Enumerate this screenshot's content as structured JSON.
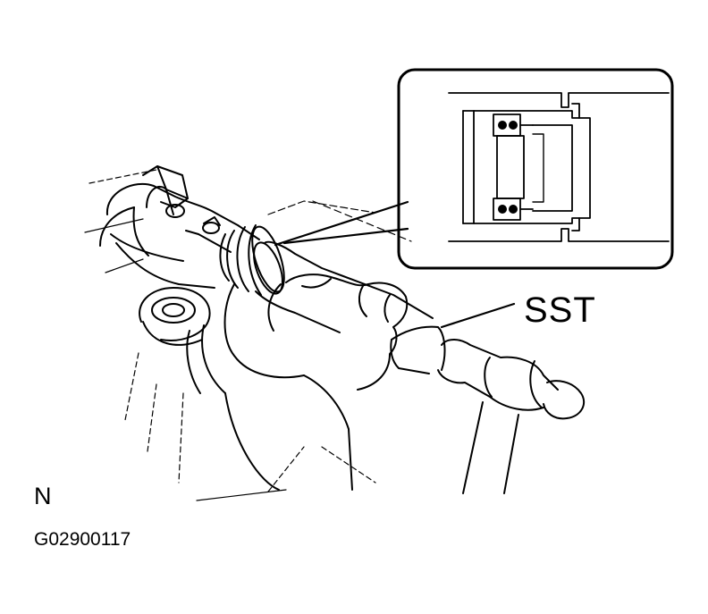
{
  "labels": {
    "tool": "SST",
    "note": "N",
    "figure_code": "G02900117"
  },
  "colors": {
    "ink": "#000000",
    "paper": "#ffffff"
  }
}
